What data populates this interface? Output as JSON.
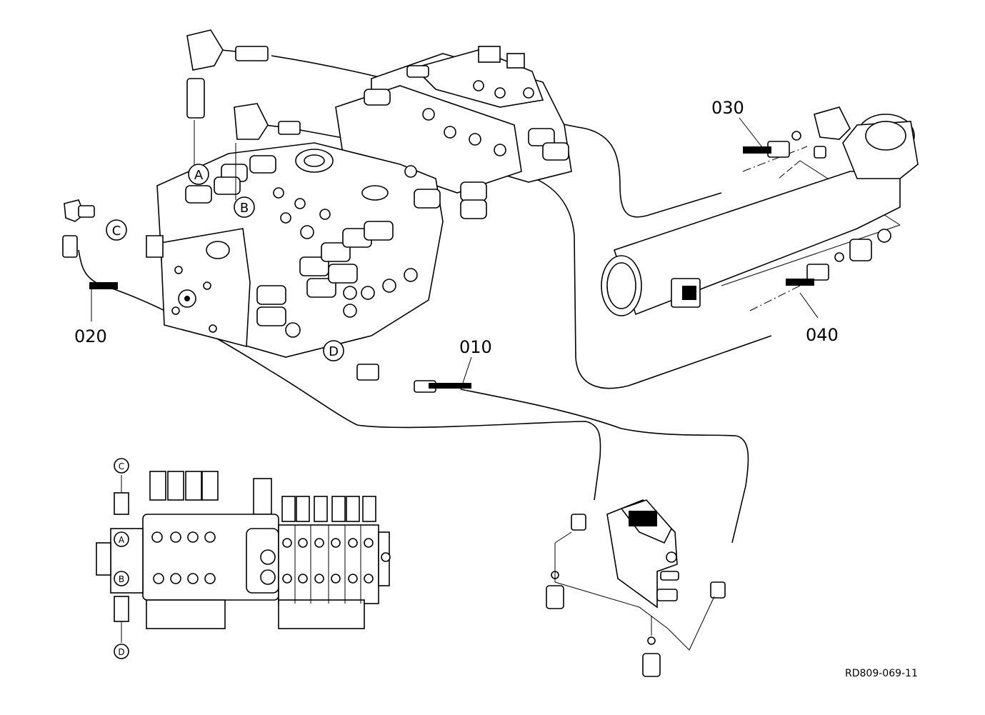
{
  "diagram": {
    "part_labels": [
      "010",
      "020",
      "030",
      "040"
    ],
    "port_labels": [
      "A",
      "B",
      "C",
      "D"
    ],
    "reference": "RD809-069-11"
  }
}
